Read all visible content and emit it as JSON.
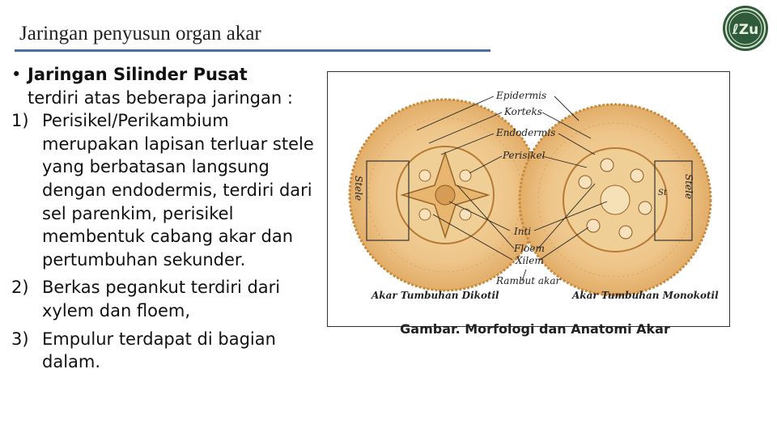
{
  "slide": {
    "title": "Jaringan penyusun organ akar",
    "logo_label": "ℓZu"
  },
  "content": {
    "bullet_heading": "Jaringan Silinder Pusat",
    "bullet_text": "terdiri atas beberapa jaringan :",
    "items": [
      {
        "num": "1)",
        "text": "Perisikel/Perikambium merupakan lapisan terluar stele yang berbatasan langsung dengan endodermis, terdiri dari sel parenkim, perisikel membentuk cabang akar dan pertumbuhan sekunder."
      },
      {
        "num": "2)",
        "text": "Berkas pegankut terdiri dari xylem dan floem,"
      },
      {
        "num": "3)",
        "text": "Empulur terdapat di bagian dalam."
      }
    ]
  },
  "figure": {
    "labels": {
      "epidermis": "Epidermis",
      "korteks": "Korteks",
      "endodermis": "Endodermis",
      "perisikel": "Perisikel",
      "inti": "Inti",
      "floem": "Floem",
      "xilem": "Xilem",
      "rambut_akar": "Rambut akar",
      "stele_left": "Stele",
      "stele_right": "Stele",
      "dikotil": "Akar Tumbuhan Dikotil",
      "monokotil": "Akar Tumbuhan Monokotil",
      "st_fragment": "St"
    },
    "caption": "Gambar. Morfologi dan Anatomi Akar"
  }
}
